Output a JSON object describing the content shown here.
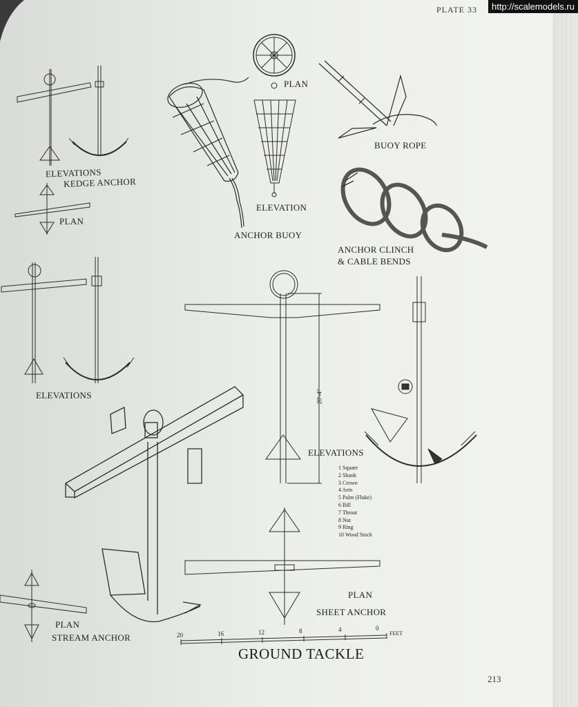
{
  "watermark": "http://scalemodels.ru",
  "page_header": "PLATE 33",
  "labels": {
    "elevations_top": "ELEVATIONS",
    "kedge_anchor": "KEDGE ANCHOR",
    "plan_kedge": "PLAN",
    "plan_buoy": "PLAN",
    "elevation_buoy": "ELEVATION",
    "anchor_buoy": "ANCHOR BUOY",
    "buoy_rope": "BUOY ROPE",
    "anchor_clinch": "ANCHOR CLINCH",
    "cable_bends": "& CABLE BENDS",
    "elevations_mid": "ELEVATIONS",
    "elevations_sheet": "ELEVATIONS",
    "plan_stream": "PLAN",
    "stream_anchor": "STREAM ANCHOR",
    "plan_sheet": "PLAN",
    "sheet_anchor": "SHEET ANCHOR",
    "dimension": "20'-4\""
  },
  "legend": [
    "1 Square",
    "2 Shank",
    "3 Crown",
    "4 Arm",
    "5 Palm (Fluke)",
    "6 Bill",
    "7 Throat",
    "8 Nut",
    "9 Ring",
    "10 Wood Stock"
  ],
  "scale": {
    "ticks": [
      "20",
      "16",
      "12",
      "8",
      "4",
      "0"
    ],
    "unit": "FEET"
  },
  "title": "GROUND TACKLE",
  "page_number": "213"
}
